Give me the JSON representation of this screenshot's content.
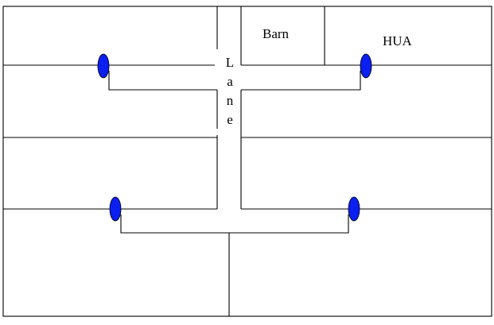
{
  "labels": {
    "barn": "Barn",
    "hua": "HUA",
    "lane": [
      "L",
      "a",
      "n",
      "e"
    ]
  },
  "colors": {
    "gate_fill": "#0a1ff0",
    "line": "#000000",
    "background": "#ffffff"
  },
  "gates": [
    {
      "id": "gate-top-left"
    },
    {
      "id": "gate-top-right"
    },
    {
      "id": "gate-bottom-left"
    },
    {
      "id": "gate-bottom-right"
    }
  ]
}
